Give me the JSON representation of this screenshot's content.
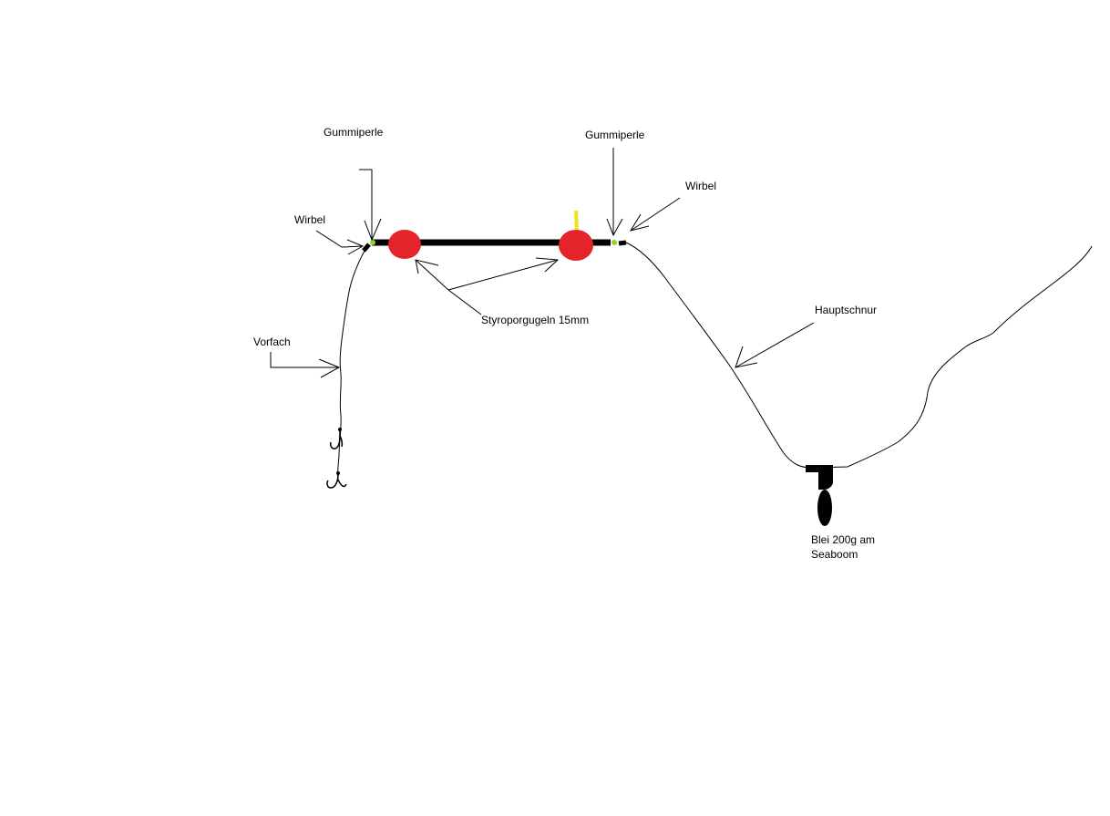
{
  "labels": {
    "gummiperle_left": "Gummiperle",
    "gummiperle_right": "Gummiperle",
    "wirbel_left": "Wirbel",
    "wirbel_right": "Wirbel",
    "styropor": "Styroporgugeln 15mm",
    "vorfach": "Vorfach",
    "hauptschnur": "Hauptschnur",
    "blei_line1": "Blei 200g am",
    "blei_line2": "Seaboom"
  },
  "colors": {
    "line": "#000000",
    "bead": "#e5232b",
    "rubber_bead": "#8fd82b",
    "marker": "#f2e31b",
    "background": "#ffffff"
  }
}
